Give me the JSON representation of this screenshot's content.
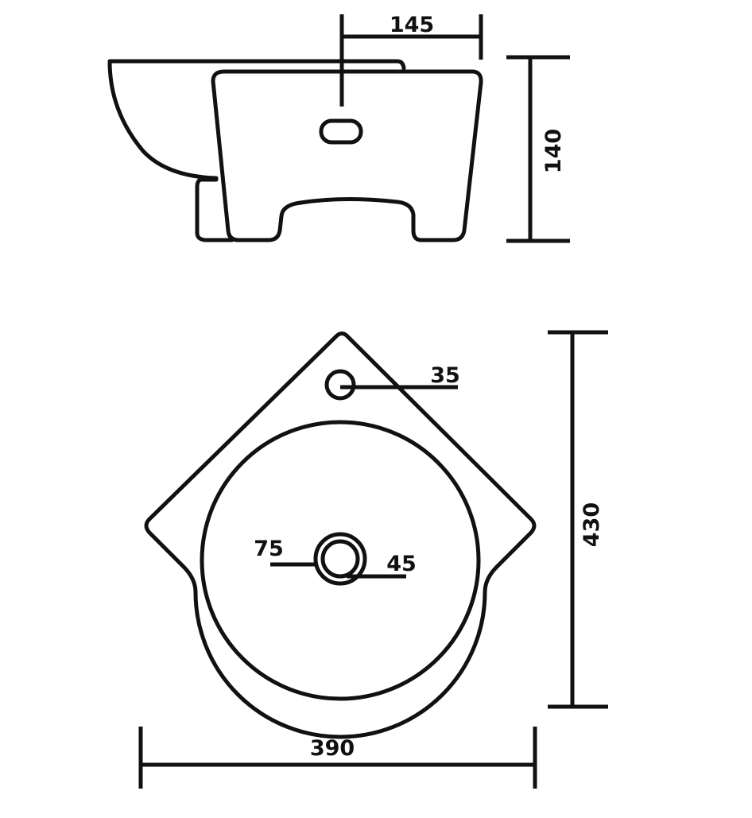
{
  "dimensions": {
    "tap_offset": "145",
    "height": "140",
    "tap_hole": "35",
    "waste_outer": "75",
    "waste_inner": "45",
    "depth": "430",
    "width": "390"
  },
  "colors": {
    "line": "#111111",
    "background": "#ffffff"
  }
}
